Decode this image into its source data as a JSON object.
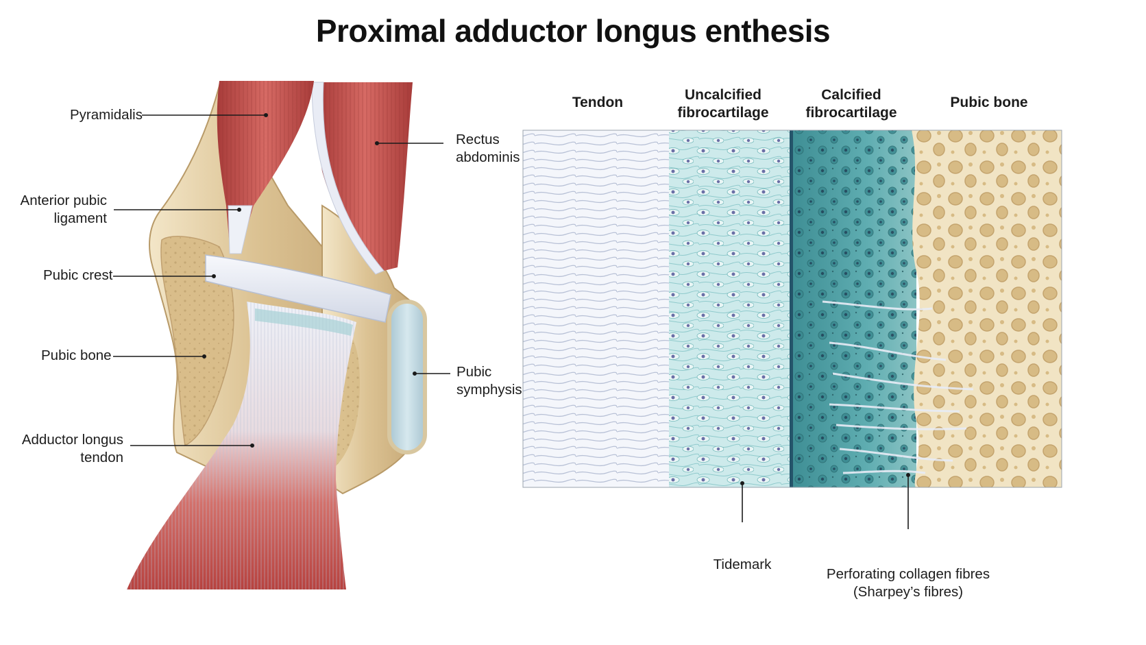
{
  "title": "Proximal adductor longus enthesis",
  "anatomy_labels": {
    "pyramidalis": "Pyramidalis",
    "rectus_abdominis": [
      "Rectus",
      "abdominis"
    ],
    "anterior_pubic_ligament": [
      "Anterior pubic",
      "ligament"
    ],
    "pubic_crest": "Pubic crest",
    "pubic_bone": "Pubic bone",
    "pubic_symphysis": [
      "Pubic",
      "symphysis"
    ],
    "adductor_longus_tendon": [
      "Adductor longus",
      "tendon"
    ]
  },
  "zones": [
    {
      "label": [
        "Tendon"
      ],
      "color": "#f4f6fb"
    },
    {
      "label": [
        "Uncalcified",
        "fibrocartilage"
      ],
      "color": "#c9e9ea"
    },
    {
      "label": [
        "Calcified",
        "fibrocartilage"
      ],
      "color": "#5aa7ab"
    },
    {
      "label": [
        "Pubic bone"
      ],
      "color": "#ecdcb6"
    }
  ],
  "callouts": {
    "tidemark": "Tidemark",
    "sharpeys": [
      "Perforating collagen fibres",
      "(Sharpey’s fibres)"
    ]
  },
  "colors": {
    "muscle": "#c2514e",
    "tendon": "#e6eaf4",
    "bone": "#e4cfa5",
    "cartilage": "#bcd8e0"
  }
}
